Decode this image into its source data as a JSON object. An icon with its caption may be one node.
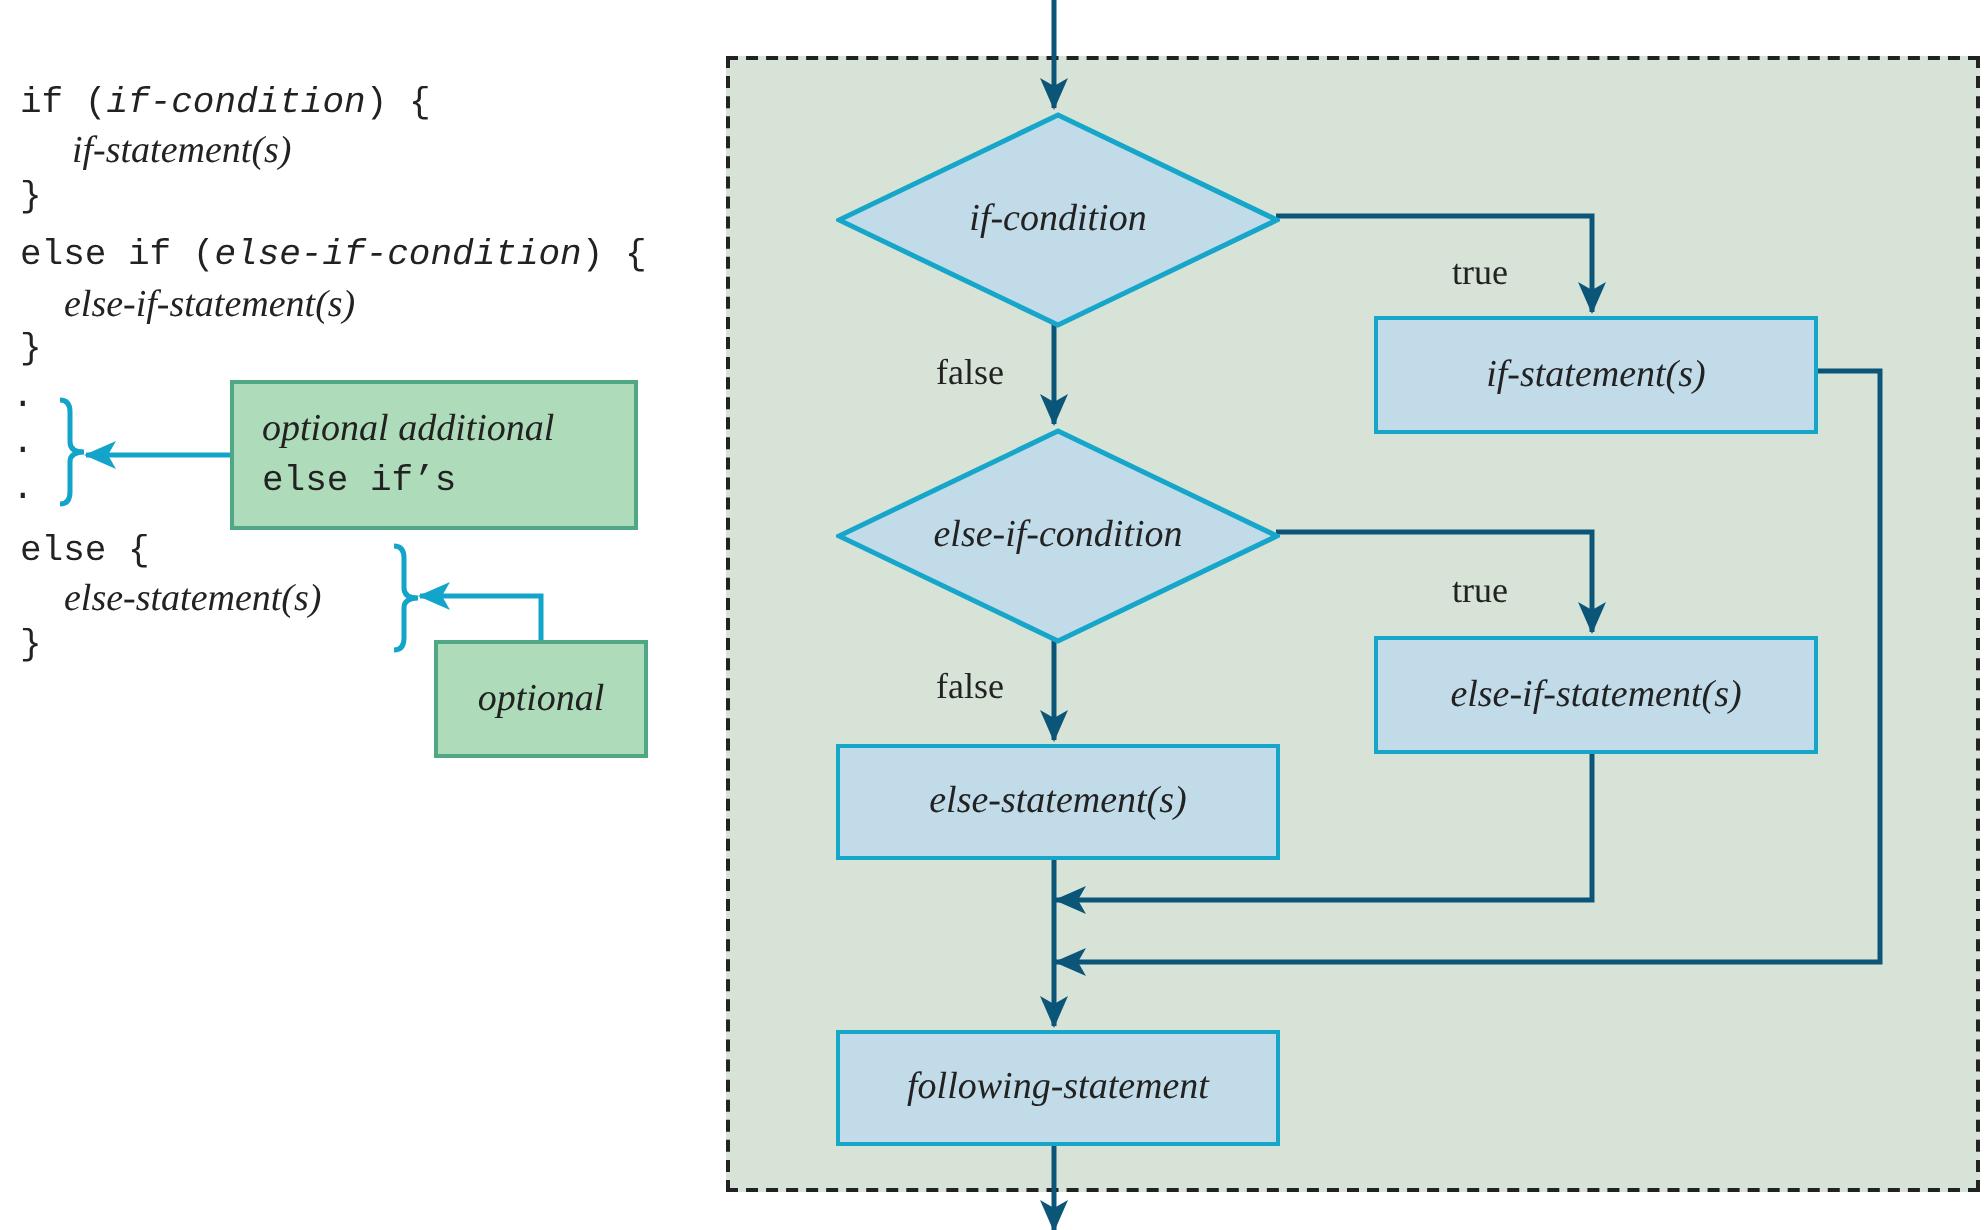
{
  "diagram": {
    "nodes": [
      {
        "text": [],
        "shape": "brace"
      },
      {
        "text": [
          "optional additional",
          "else if’s"
        ]
      },
      {
        "text": [],
        "shape": "brace"
      },
      {
        "text": [
          "optional"
        ]
      },
      {
        "text": [],
        "shape": "box"
      },
      {
        "text": [
          "if-condition"
        ],
        "in": 4
      },
      {
        "text": [
          "if-statement(s)"
        ],
        "in": 4
      },
      {
        "text": [
          "else-if-condition"
        ],
        "in": 4
      },
      {
        "text": [
          "else-if-statement(s)"
        ],
        "in": 4
      },
      {
        "text": [
          "else-statement(s)"
        ],
        "in": 4
      },
      {
        "text": [
          "following-statement"
        ],
        "in": 4
      }
    ],
    "edges": [
      {
        "from": null,
        "to": 5,
        "arrow": "to"
      },
      {
        "from": 5,
        "to": 6,
        "arrow": "to",
        "label": "true"
      },
      {
        "from": 5,
        "to": 7,
        "arrow": "to",
        "label": "false"
      },
      {
        "from": 7,
        "to": 8,
        "arrow": "to",
        "label": "true"
      },
      {
        "from": 7,
        "to": 9,
        "arrow": "to",
        "label": "false"
      },
      {
        "from": 9,
        "to": 10,
        "arrow": "to"
      },
      {
        "from": 8,
        "to": 10,
        "arrow": "to"
      },
      {
        "from": 6,
        "to": 10,
        "arrow": "to"
      },
      {
        "from": 10,
        "to": null,
        "arrow": "to"
      },
      {
        "from": 1,
        "to": 0,
        "arrow": "to",
        "color": "#13a5c9"
      },
      {
        "from": 3,
        "to": 2,
        "arrow": "to",
        "color": "#13a5c9"
      }
    ],
    "labels": [
      "if (*if-condition*) {",
      "if-statement(s)",
      "}",
      "else if (*else-if-condition*) {",
      "else-if-statement(s)",
      "}",
      ".",
      ".",
      ".",
      "else {",
      "else-statement(s)",
      "}"
    ]
  }
}
